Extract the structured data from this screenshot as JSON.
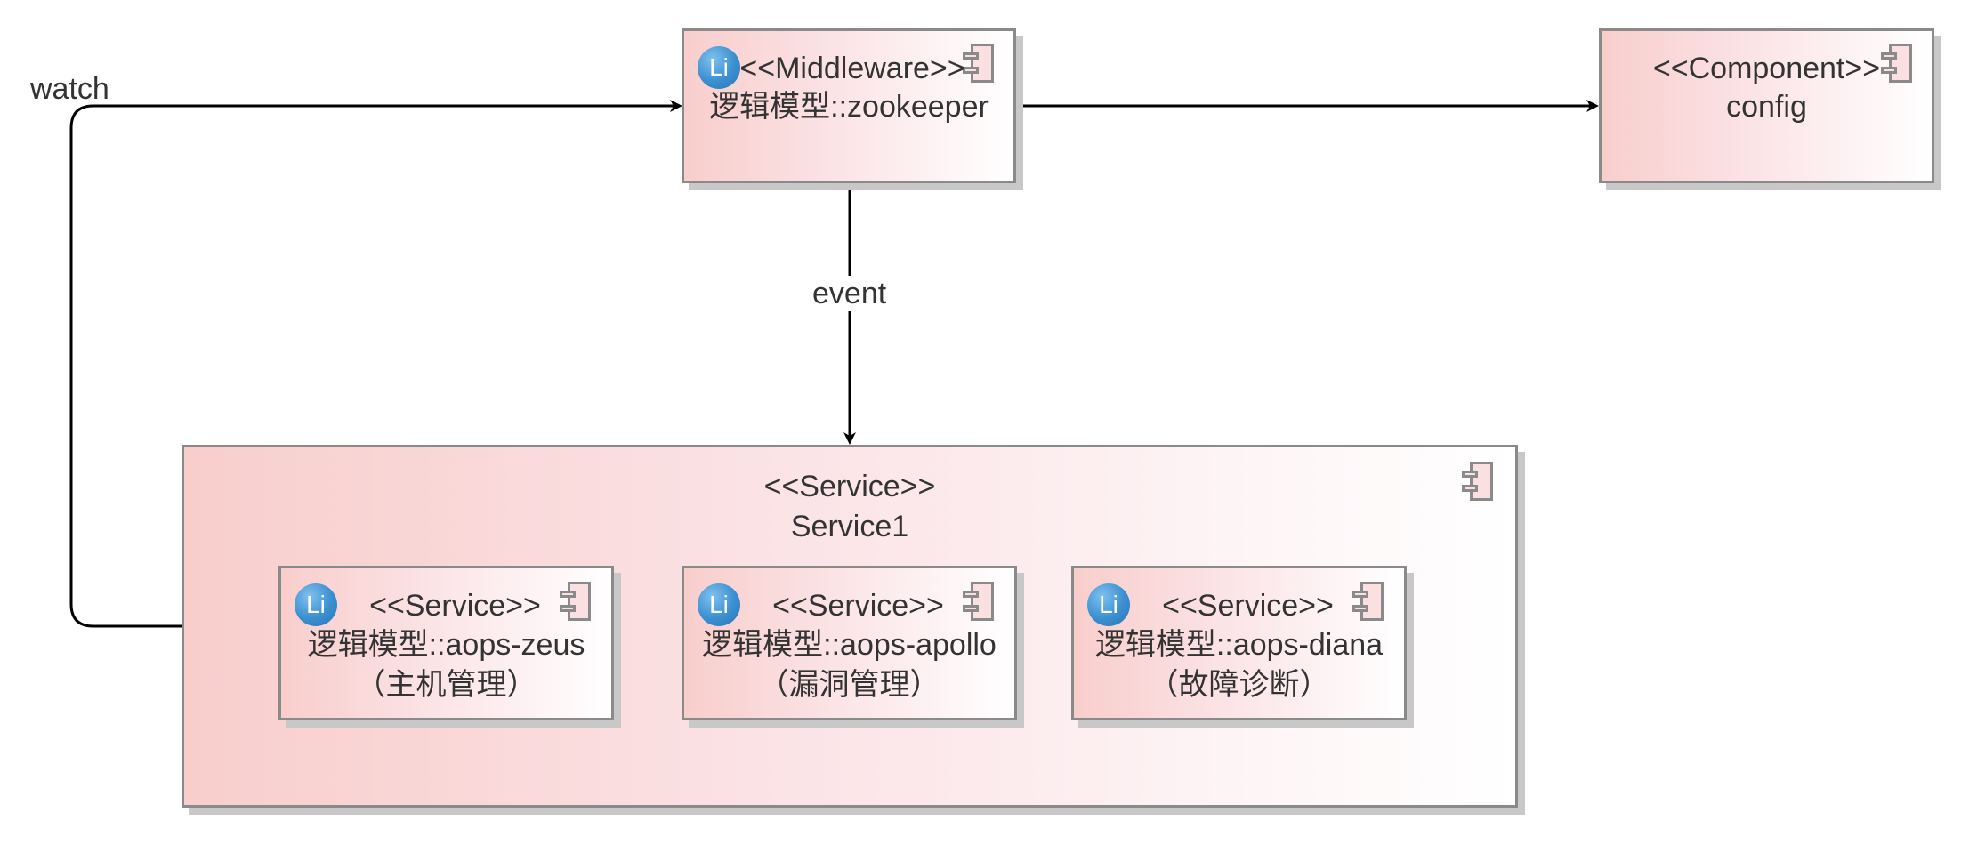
{
  "diagram": {
    "nodes": {
      "zookeeper": {
        "stereotype": "<<Middleware>>",
        "name": "逻辑模型::zookeeper",
        "badge": "Li"
      },
      "config": {
        "stereotype": "<<Component>>",
        "name": "config"
      },
      "service1": {
        "stereotype": "<<Service>>",
        "name": "Service1"
      },
      "zeus": {
        "stereotype": "<<Service>>",
        "name": "逻辑模型::aops-zeus",
        "subtitle": "（主机管理）",
        "badge": "Li"
      },
      "apollo": {
        "stereotype": "<<Service>>",
        "name": "逻辑模型::aops-apollo",
        "subtitle": "（漏洞管理）",
        "badge": "Li"
      },
      "diana": {
        "stereotype": "<<Service>>",
        "name": "逻辑模型::aops-diana",
        "subtitle": "（故障诊断）",
        "badge": "Li"
      }
    },
    "edges": {
      "watch": {
        "from": "service1",
        "to": "zookeeper",
        "label": "watch"
      },
      "event": {
        "from": "zookeeper",
        "to": "service1",
        "label": "event"
      },
      "config_link": {
        "from": "zookeeper",
        "to": "config",
        "label": ""
      }
    },
    "colors": {
      "fill_start": "#f8cecc",
      "fill_end": "#ffffff",
      "stroke": "#8a8a8a",
      "shadow": "#c8c8c8",
      "badge": "#3a8fd0",
      "edge": "#000000",
      "text": "#333333"
    }
  }
}
